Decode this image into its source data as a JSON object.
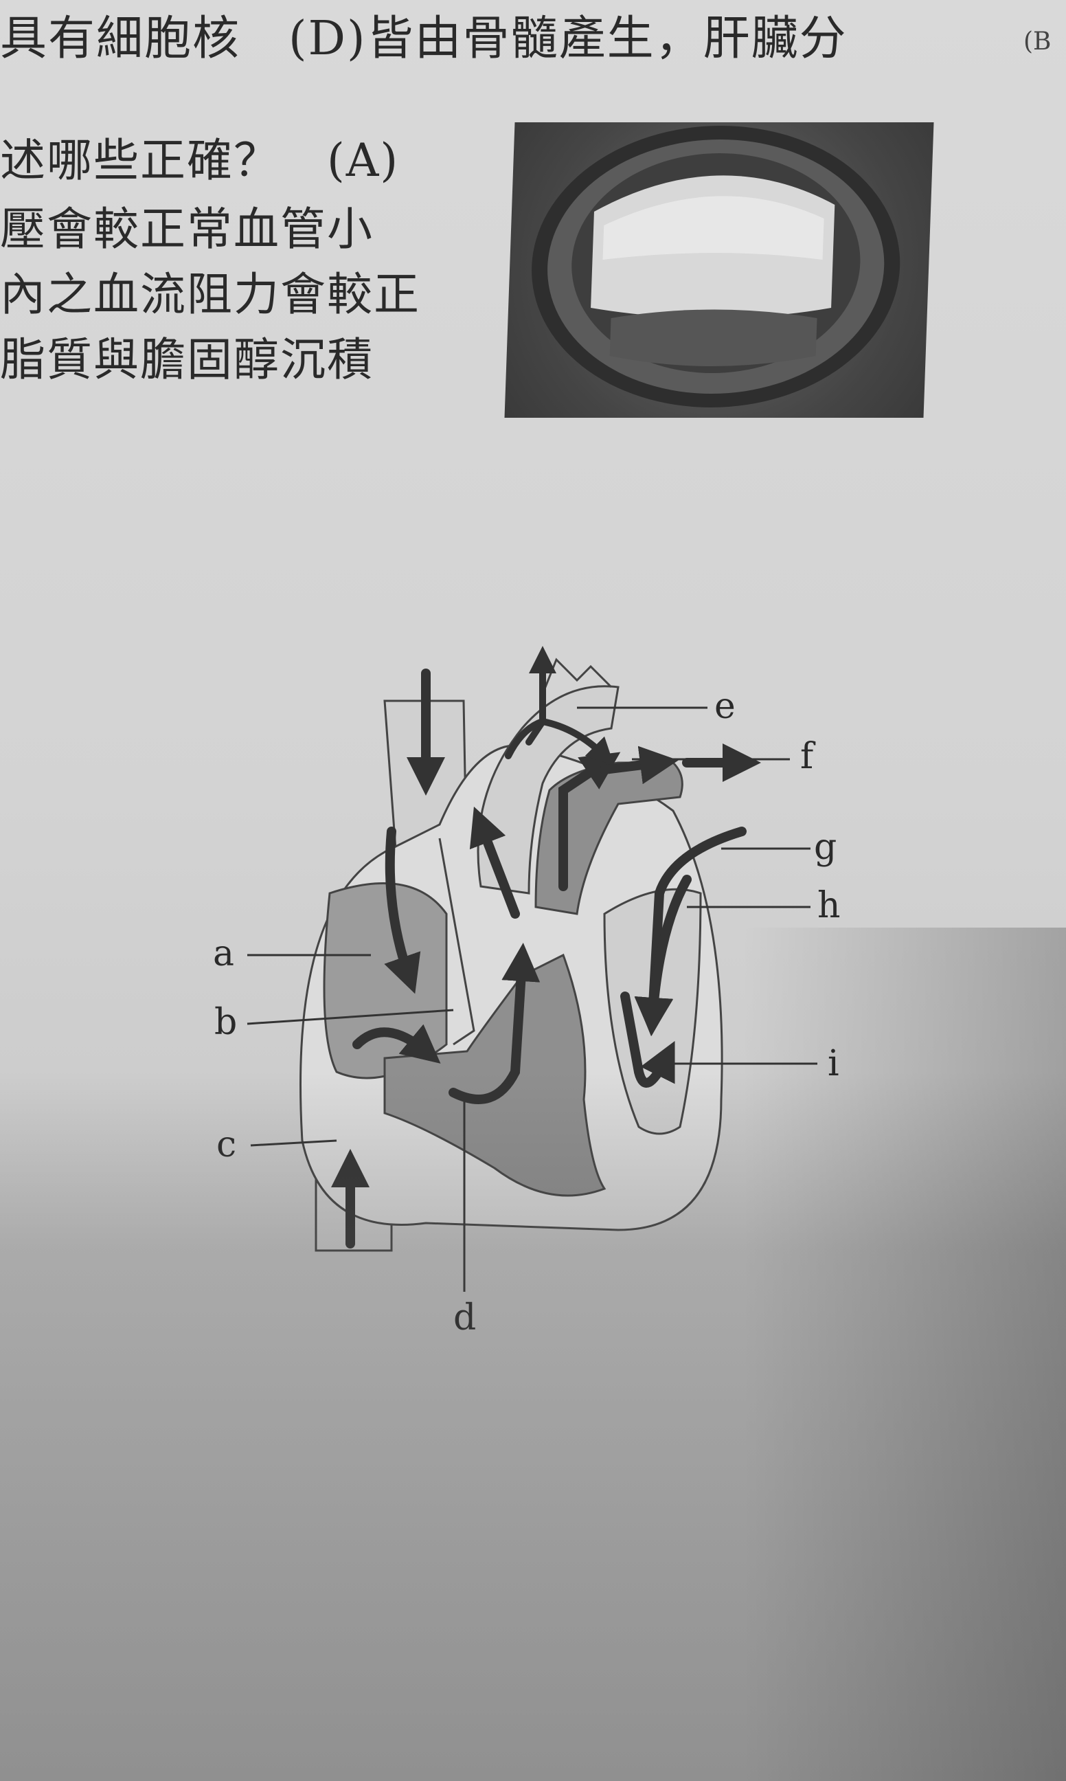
{
  "text": {
    "top_line": "具有細胞核　(D)皆由骨髓產生，肝臟分",
    "question_lines": [
      "述哪些正確？　(A)",
      "壓會較正常血管小",
      "內之血流阻力會較正",
      "脂質與膽固醇沉積"
    ],
    "margin_note": "(B"
  },
  "heart_diagram": {
    "labels": [
      "a",
      "b",
      "c",
      "d",
      "e",
      "f",
      "g",
      "h",
      "i"
    ]
  },
  "photo": {
    "icon": "artery-cross-section-photo"
  }
}
